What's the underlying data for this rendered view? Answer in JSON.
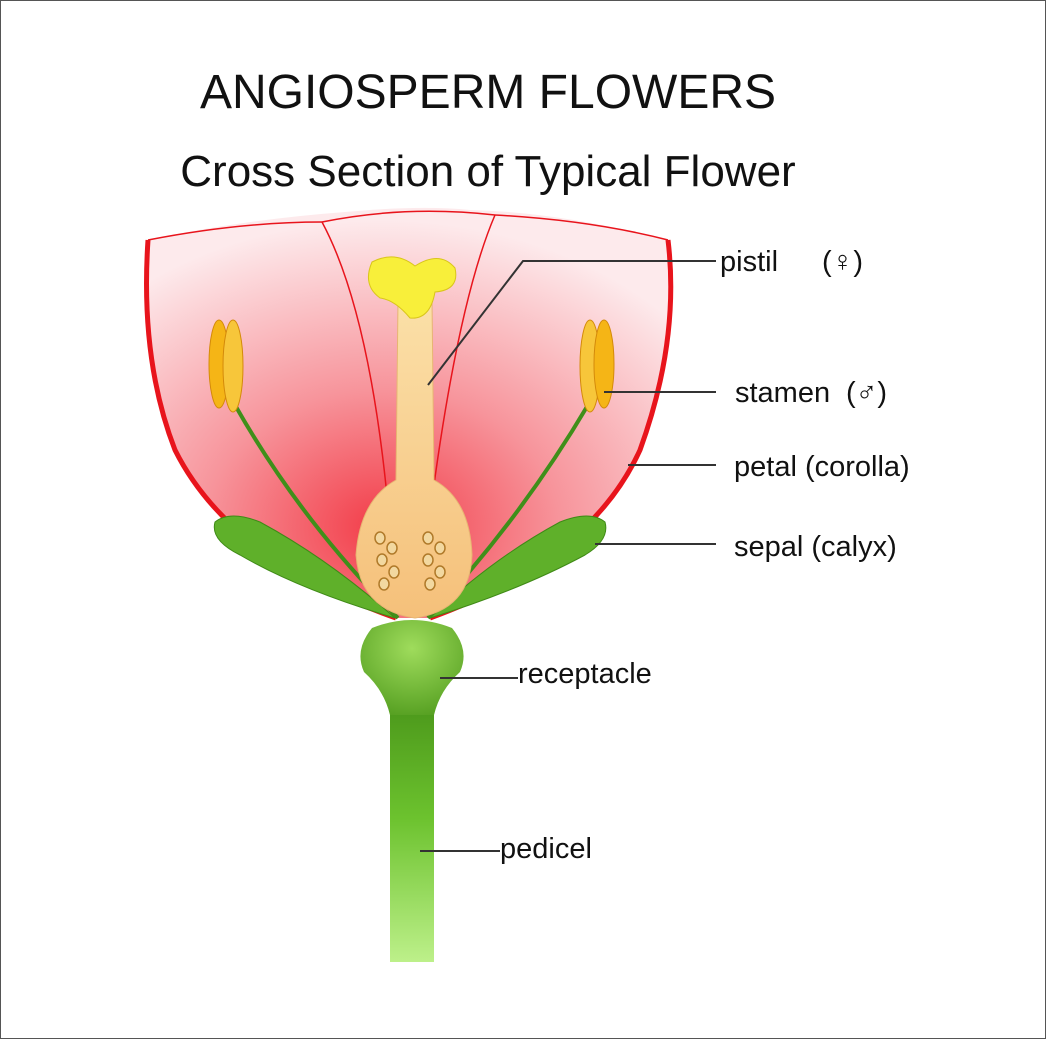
{
  "title": "ANGIOSPERM FLOWERS",
  "subtitle": "Cross Section of Typical Flower",
  "labels": {
    "pistil": "pistil",
    "pistil_symbol": "(♀)",
    "stamen": "stamen",
    "stamen_symbol": "(♂)",
    "petal": "petal (corolla)",
    "sepal": "sepal (calyx)",
    "receptacle": "receptacle",
    "pedicel": "pedicel"
  },
  "colors": {
    "petal_outline": "#e8141c",
    "petal_fill_deep": "#f4606a",
    "petal_fill_light": "#fde8ea",
    "pistil": "#f7c98a",
    "stigma": "#f8ef3a",
    "anther": "#f5b516",
    "filament": "#3f8f1a",
    "sepal": "#5fb02a",
    "stem_dark": "#4f9a1c",
    "stem_light": "#b7ec7c"
  }
}
